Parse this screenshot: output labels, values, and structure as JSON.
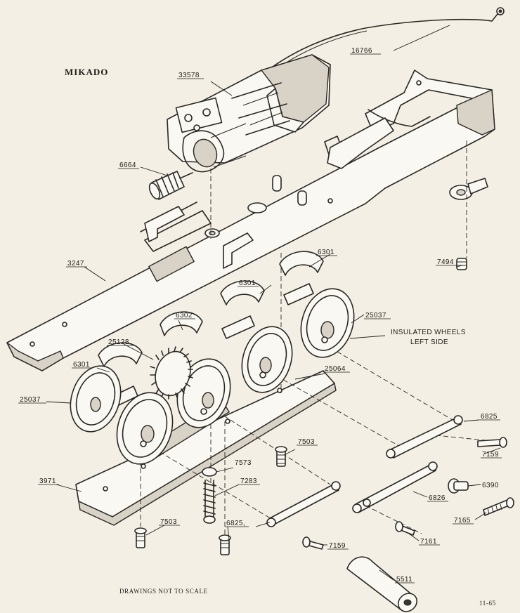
{
  "diagram": {
    "title": "MIKADO",
    "footer_note": "DRAWINGS NOT TO SCALE",
    "page_code": "11-65",
    "callouts": {
      "wire": "16766",
      "motor": "33578",
      "worm": "6664",
      "frame": "3247",
      "eyelet": "7494",
      "truck_top_right": "6301",
      "truck_mid": "6301",
      "truck_left": "6301",
      "gear": "6302",
      "wheel_right": "25037",
      "wheel_left": "25037",
      "axle_gear_wheel": "25128",
      "wheel_mid": "25064",
      "insulated_line1": "INSULATED WHEELS",
      "insulated_line2": "LEFT SIDE",
      "rod_upper": "6825",
      "rod_lower": "6825,",
      "rod_mid": "6826",
      "screw_7159_a": "7159",
      "screw_7159_b": "7159",
      "crank_pin": "6390",
      "screw_7165": "7165",
      "screw_7161": "7161",
      "bottom_plate": "3971",
      "screw_7503_a": "7503",
      "screw_7503_b": "7503",
      "spring_stud": "7573",
      "spring": "7283",
      "sleeve": "5511"
    }
  }
}
